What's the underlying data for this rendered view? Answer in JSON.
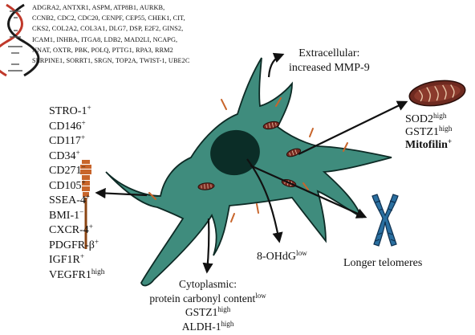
{
  "gene_list": [
    "ADGRA2, ANTXR1, ASPM, ATP8B1, AURKB,",
    "CCNB2, CDC2, CDC20, CENPF, CEP55, CHEK1, CIT,",
    "CKS2, COL2A2, COL3A1, DLG7, DSP, E2F2, GINS2,",
    "ICAM1, INHBA, ITGA8, LDB2, MAD2LI, NCAPG,",
    "NNAT, OXTR, PBK, POLQ, PTTG1, RPA3, RRM2",
    "SERPINE1, SORRT1, SRGN, TOP2A, TWIST-1, UBE2C"
  ],
  "surface_markers": [
    {
      "name": "STRO-1",
      "sup": "+"
    },
    {
      "name": "CD146",
      "sup": "+"
    },
    {
      "name": "CD117",
      "sup": "+"
    },
    {
      "name": "CD34",
      "sup": "+"
    },
    {
      "name": "CD271",
      "sup": "−"
    },
    {
      "name": "CD105",
      "sup": "+"
    },
    {
      "name": "SSEA-4",
      "sup": "+"
    },
    {
      "name": "BMI-1",
      "sup": "−"
    },
    {
      "name": "CXCR-4",
      "sup": "+"
    },
    {
      "name": "PDGFR-β",
      "sup": "+"
    },
    {
      "name": "IGF1R",
      "sup": "+"
    },
    {
      "name": "VEGFR1",
      "sup": "high"
    }
  ],
  "extracellular": {
    "line1": "Extracellular:",
    "line2": "increased MMP-9"
  },
  "mitochondria": {
    "sod2": "SOD2",
    "sod2_sup": "high",
    "gstz1": "GSTZ1",
    "gstz1_sup": "high",
    "mitofilin": "Mitofilin",
    "mitofilin_sup": "+"
  },
  "oxidative_dna": {
    "name": "8-OHdG",
    "sup": "low"
  },
  "telomeres": "Longer telomeres",
  "cytoplasmic": {
    "line1": "Cytoplasmic:",
    "line2": "protein carbonyl content",
    "line2_sup": "low",
    "gstz1": "GSTZ1",
    "gstz1_sup": "high",
    "aldh": "ALDH-1",
    "aldh_sup": "high"
  },
  "colors": {
    "cell_fill": "#3f8c7d",
    "cell_stroke": "#0d2a25",
    "nucleus": "#0b2d27",
    "mitochondria": "#7a2b22",
    "receptor": "#c8652b",
    "chromosome": "#2a6fa0",
    "dna_red": "#c0392b",
    "dna_dark": "#1a1a1a"
  }
}
